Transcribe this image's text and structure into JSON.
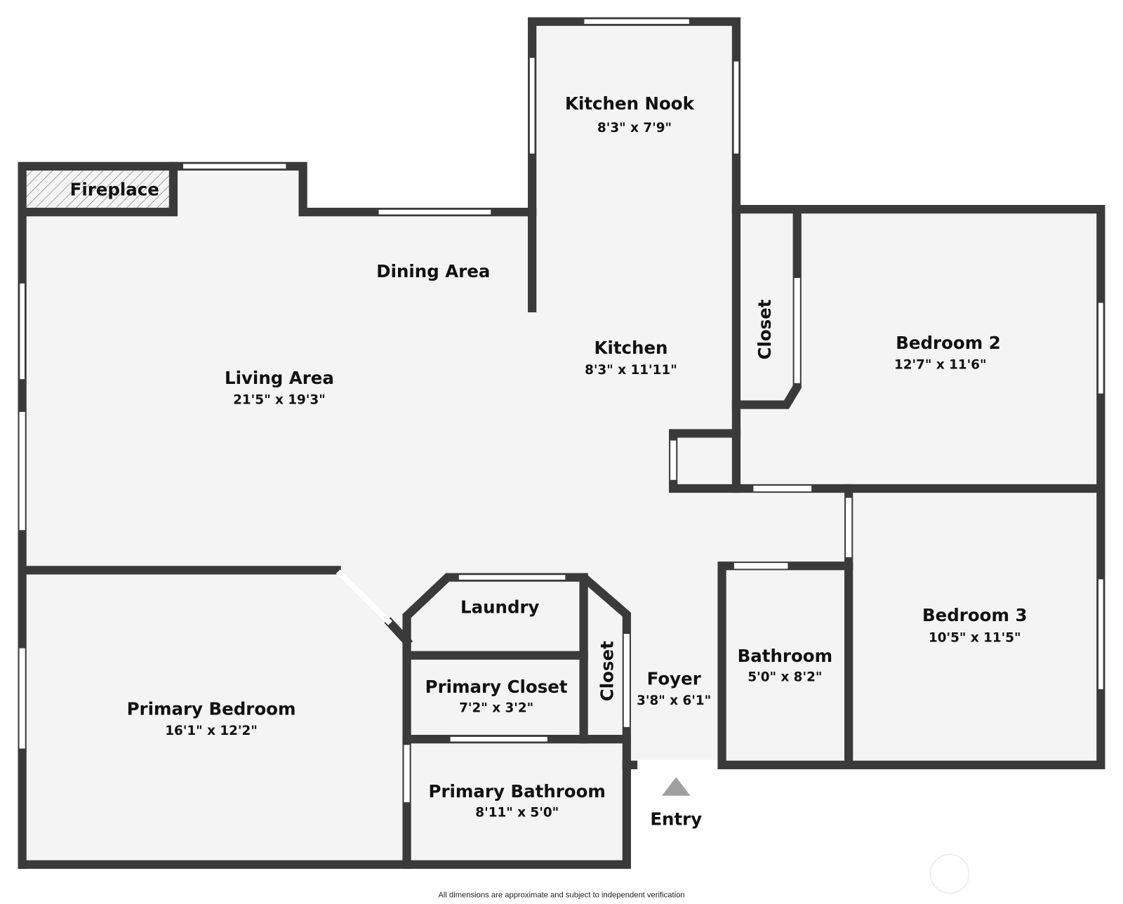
{
  "rooms": {
    "fireplace": {
      "name": "Fireplace"
    },
    "dining": {
      "name": "Dining Area"
    },
    "living": {
      "name": "Living Area",
      "dims": "21'5\" x 19'3\""
    },
    "kitchen_nook": {
      "name": "Kitchen Nook",
      "dims": "8'3\" x 7'9\""
    },
    "kitchen": {
      "name": "Kitchen",
      "dims": "8'3\" x 11'11\""
    },
    "closet_bed2": {
      "name": "Closet"
    },
    "bedroom2": {
      "name": "Bedroom 2",
      "dims": "12'7\" x 11'6\""
    },
    "bedroom3": {
      "name": "Bedroom 3",
      "dims": "10'5\" x 11'5\""
    },
    "bathroom": {
      "name": "Bathroom",
      "dims": "5'0\" x 8'2\""
    },
    "foyer": {
      "name": "Foyer",
      "dims": "3'8\" x 6'1\""
    },
    "closet_foyer": {
      "name": "Closet"
    },
    "laundry": {
      "name": "Laundry"
    },
    "primary_closet": {
      "name": "Primary Closet",
      "dims": "7'2\" x 3'2\""
    },
    "primary_bathroom": {
      "name": "Primary Bathroom",
      "dims": "8'11\" x 5'0\""
    },
    "primary_bedroom": {
      "name": "Primary Bedroom",
      "dims": "16'1\" x 12'2\""
    }
  },
  "entry": {
    "label": "Entry"
  },
  "footer": {
    "disclaimer": "All dimensions are approximate and subject to independent verification"
  },
  "colors": {
    "wall": "#3a3a3a",
    "floor": "#f4f4f4",
    "entry_marker": "#a0a0a0"
  }
}
